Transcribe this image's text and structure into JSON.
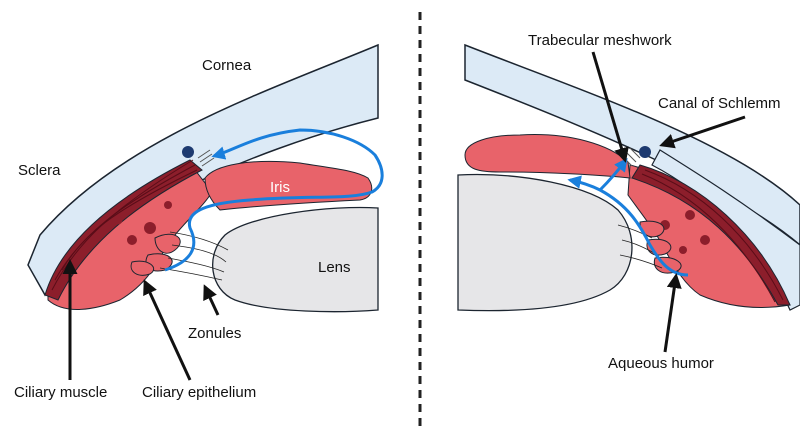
{
  "colors": {
    "cornea_fill": "#dceaf6",
    "outline": "#1c2530",
    "iris": "#e8636a",
    "iris_text": "#ffffff",
    "muscle": "#8c1e2b",
    "lens": "#e6e6e8",
    "flow": "#1a7fdc",
    "canal": "#1d3a70",
    "divider": "#222222"
  },
  "icons": [
    "arrow-icon",
    "flow-arrow-icon"
  ],
  "labels": {
    "cornea": "Cornea",
    "sclera": "Sclera",
    "iris": "Iris",
    "lens": "Lens",
    "zonules": "Zonules",
    "ciliary_muscle": "Ciliary muscle",
    "ciliary_epithelium": "Ciliary epithelium",
    "trabecular_meshwork": "Trabecular meshwork",
    "canal_of_schlemm": "Canal of Schlemm",
    "aqueous_humor": "Aqueous humor"
  }
}
